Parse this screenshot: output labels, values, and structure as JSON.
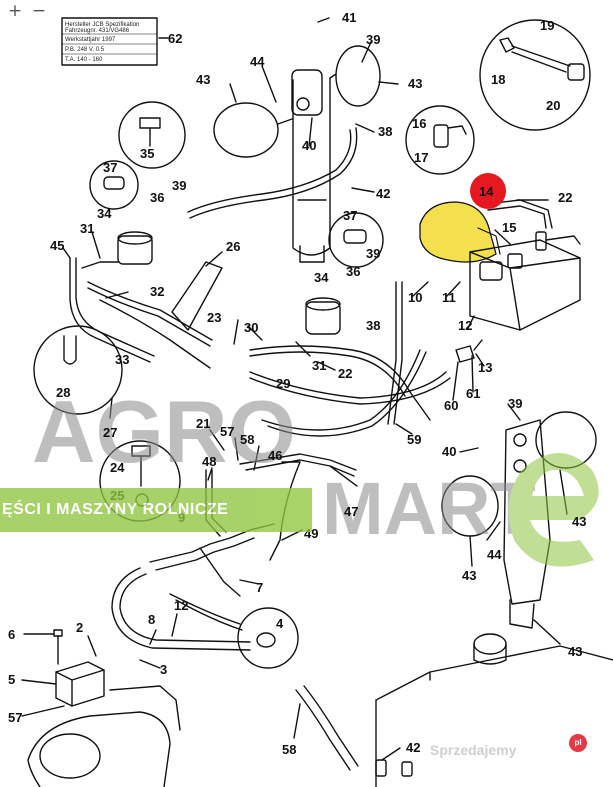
{
  "toolbar": {
    "zoom_in": "+",
    "zoom_out": "−"
  },
  "colors": {
    "highlight": "#f4e04d",
    "marker": "#e5191f",
    "watermark_green": "#8ec63f",
    "watermark_grey": "#9a9a9a",
    "line": "#111111"
  },
  "watermark": {
    "brand_left": "AGRO",
    "brand_right": "MART",
    "ribbon": "ĘŚCI I MASZYNY ROLNICZE",
    "site": "Sprzedajemy",
    "site_badge": "pl"
  },
  "highlighted_part": "14",
  "part_numbers": [
    "41",
    "62",
    "39",
    "43",
    "44",
    "43",
    "38",
    "40",
    "42",
    "16",
    "17",
    "18",
    "19",
    "20",
    "35",
    "37",
    "36",
    "39",
    "31",
    "34",
    "45",
    "32",
    "26",
    "37",
    "36",
    "39",
    "34",
    "38",
    "22",
    "15",
    "33",
    "28",
    "23",
    "30",
    "31",
    "29",
    "22",
    "10",
    "11",
    "12",
    "13",
    "60",
    "61",
    "59",
    "39",
    "40",
    "27",
    "21",
    "57",
    "58",
    "24",
    "25",
    "48",
    "46",
    "47",
    "9",
    "44",
    "43",
    "43",
    "49",
    "7",
    "12",
    "8",
    "4",
    "6",
    "2",
    "5",
    "3",
    "57",
    "58",
    "42"
  ],
  "plate_lines": [
    "Hersteller JCB Spezifikation",
    "Fahrzeugnr. 431/VG486",
    "Werkstattjahr 1997",
    "P.B. 248   V. 0.5",
    "T.A. 140 - 160"
  ]
}
